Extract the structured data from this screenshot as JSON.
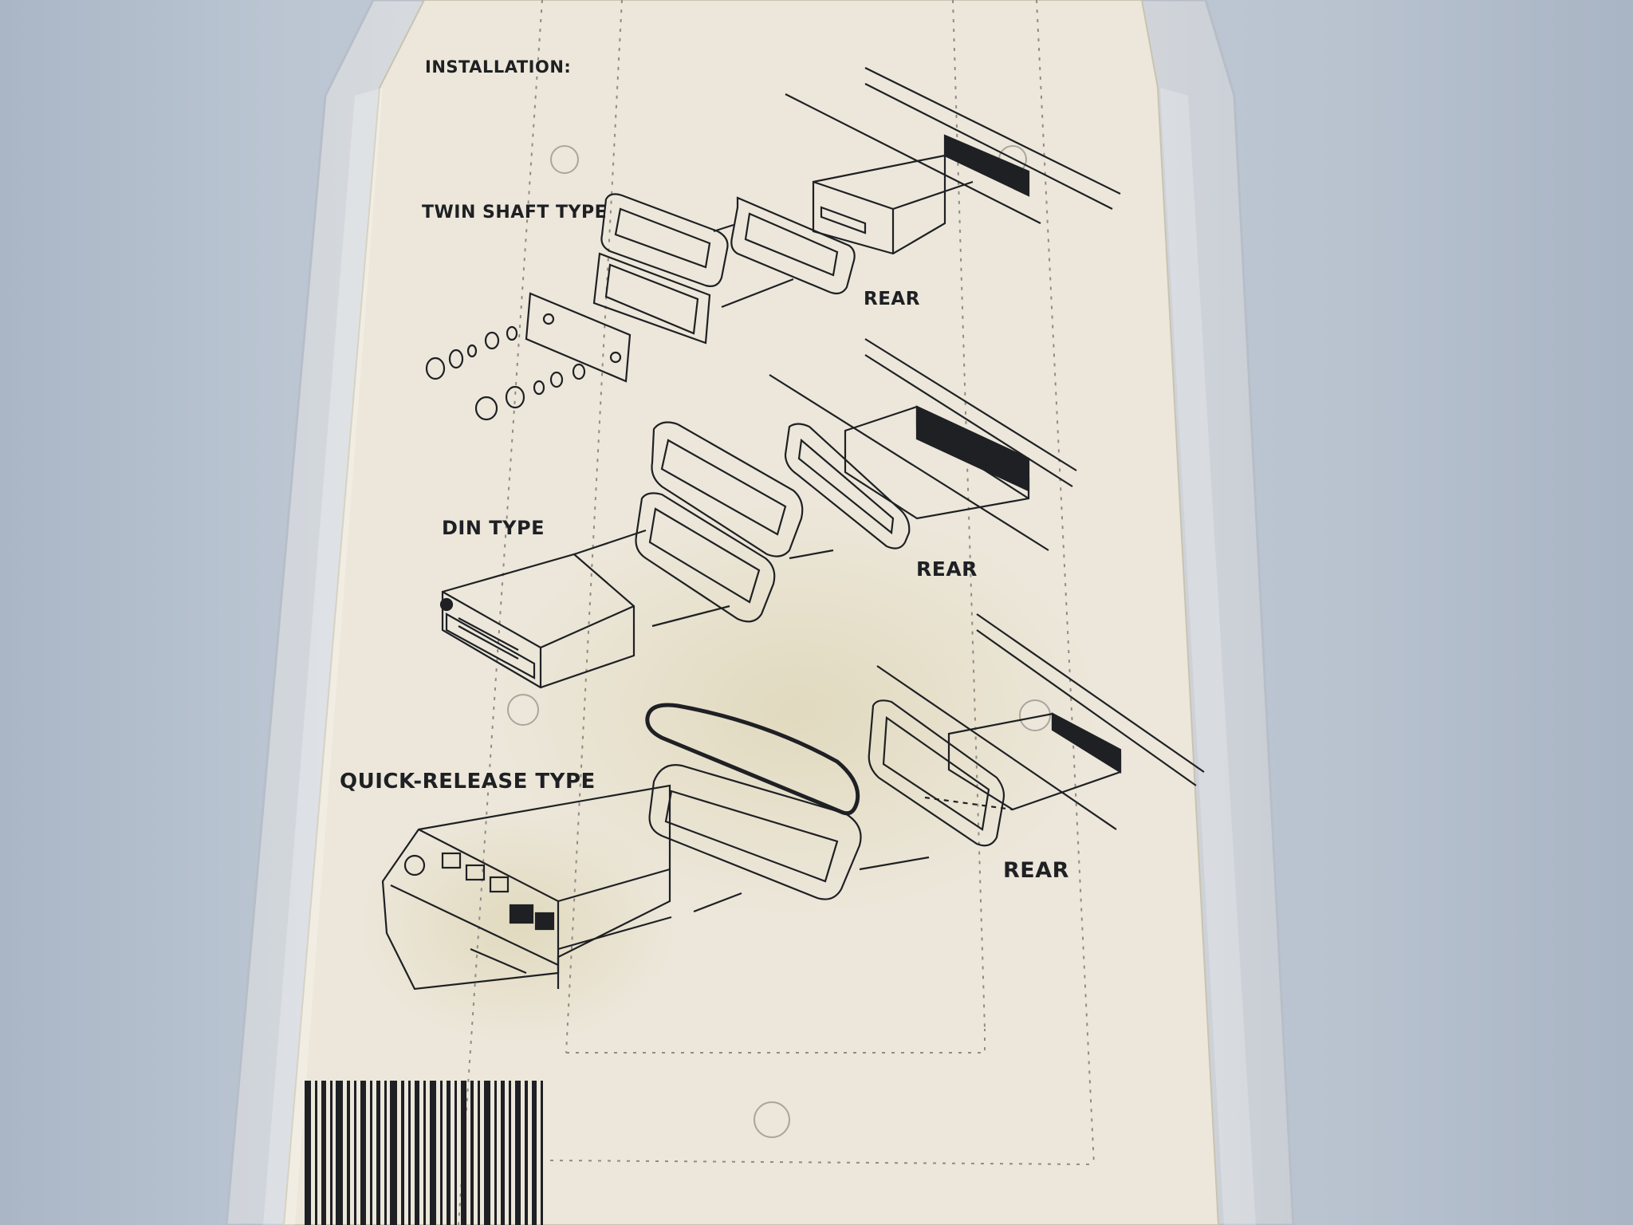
{
  "instructions": {
    "heading": "INSTALLATION:",
    "sections": [
      {
        "title": "TWIN SHAFT TYPE",
        "rear_label": "REAR"
      },
      {
        "title": "DIN TYPE",
        "rear_label": "REAR"
      },
      {
        "title": "QUICK-RELEASE TYPE",
        "rear_label": "REAR"
      }
    ]
  },
  "colors": {
    "background": "#bcc6d3",
    "paper": "#ece7da",
    "ink": "#1e2024",
    "sleeve": "#d9dde2"
  },
  "icons": [
    "barcode-icon",
    "punch-hole-icon"
  ]
}
